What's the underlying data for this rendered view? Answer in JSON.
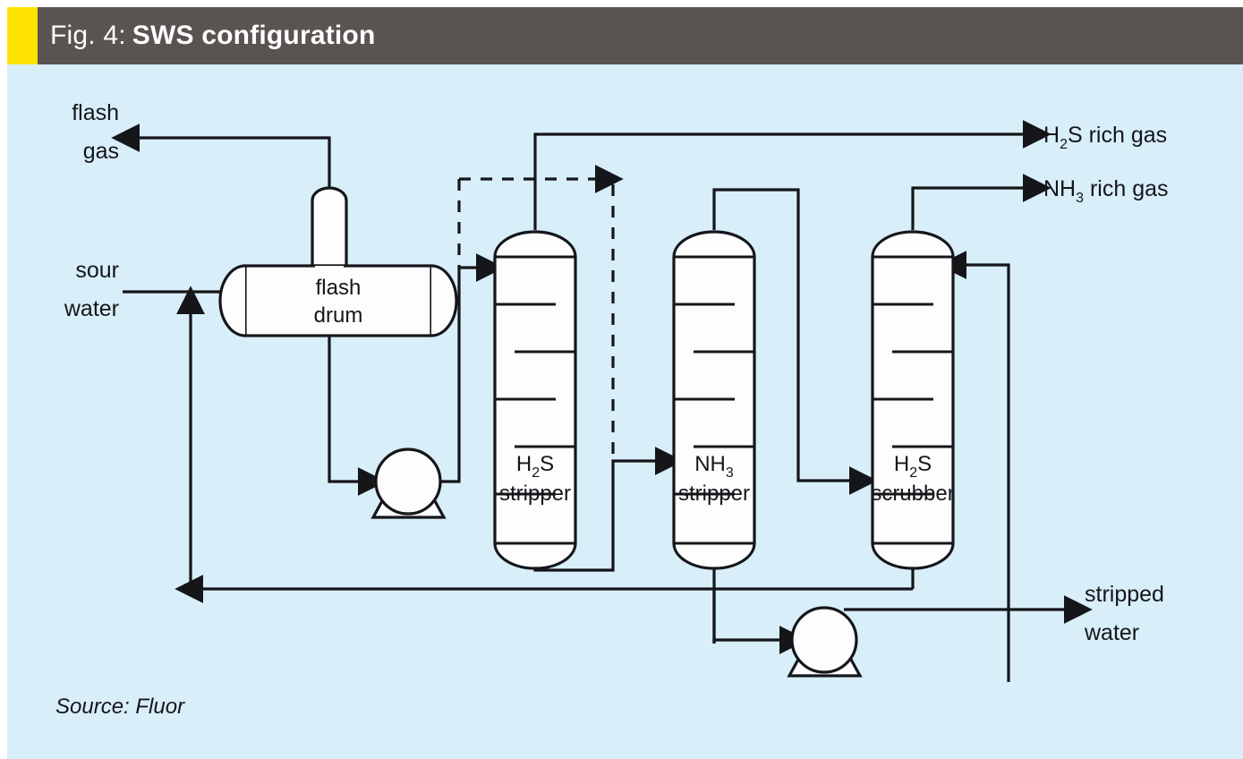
{
  "header": {
    "figure_number": "Fig. 4:",
    "title": "SWS configuration",
    "accent_color": "#ffe300",
    "band_color": "#595451",
    "text_color": "#ffffff"
  },
  "canvas": {
    "background_color": "#d8eef8",
    "line_color": "#14161a",
    "vessel_fill": "#fdfdfd"
  },
  "source_note": "Source: Fluor",
  "equipment": [
    {
      "id": "flash-drum",
      "type": "horizontal-vessel",
      "label_line1": "flash",
      "label_line2": "drum"
    },
    {
      "id": "h2s-stripper",
      "type": "trayed-column",
      "label_line1": "H",
      "label_sub1": "2",
      "label_line1b": "S",
      "label_line2": "stripper",
      "trays": 6
    },
    {
      "id": "nh3-stripper",
      "type": "trayed-column",
      "label_line1": "NH",
      "label_sub1": "3",
      "label_line1b": "",
      "label_line2": "stripper",
      "trays": 6
    },
    {
      "id": "h2s-scrubber",
      "type": "trayed-column",
      "label_line1": "H",
      "label_sub1": "2",
      "label_line1b": "S",
      "label_line2": "scrubber",
      "trays": 6
    },
    {
      "id": "sour-water-pump",
      "type": "centrifugal-pump",
      "label": ""
    },
    {
      "id": "stripped-water-pump",
      "type": "centrifugal-pump",
      "label": ""
    }
  ],
  "streams": [
    {
      "id": "flash-gas",
      "label_line1": "flash",
      "label_line2": "gas",
      "direction": "out",
      "style": "solid"
    },
    {
      "id": "sour-water",
      "label_line1": "sour",
      "label_line2": "water",
      "direction": "in",
      "style": "solid"
    },
    {
      "id": "h2s-rich-gas",
      "label_pre": "H",
      "label_sub": "2",
      "label_post": "S rich gas",
      "direction": "out",
      "style": "solid"
    },
    {
      "id": "nh3-rich-gas",
      "label_pre": "NH",
      "label_sub": "3",
      "label_post": " rich gas",
      "direction": "out",
      "style": "solid"
    },
    {
      "id": "stripped-water",
      "label_line1": "stripped",
      "label_line2": "water",
      "direction": "out",
      "style": "solid"
    },
    {
      "id": "reflux-dashed",
      "label_line1": "",
      "label_line2": "",
      "direction": "out",
      "style": "dashed"
    }
  ]
}
